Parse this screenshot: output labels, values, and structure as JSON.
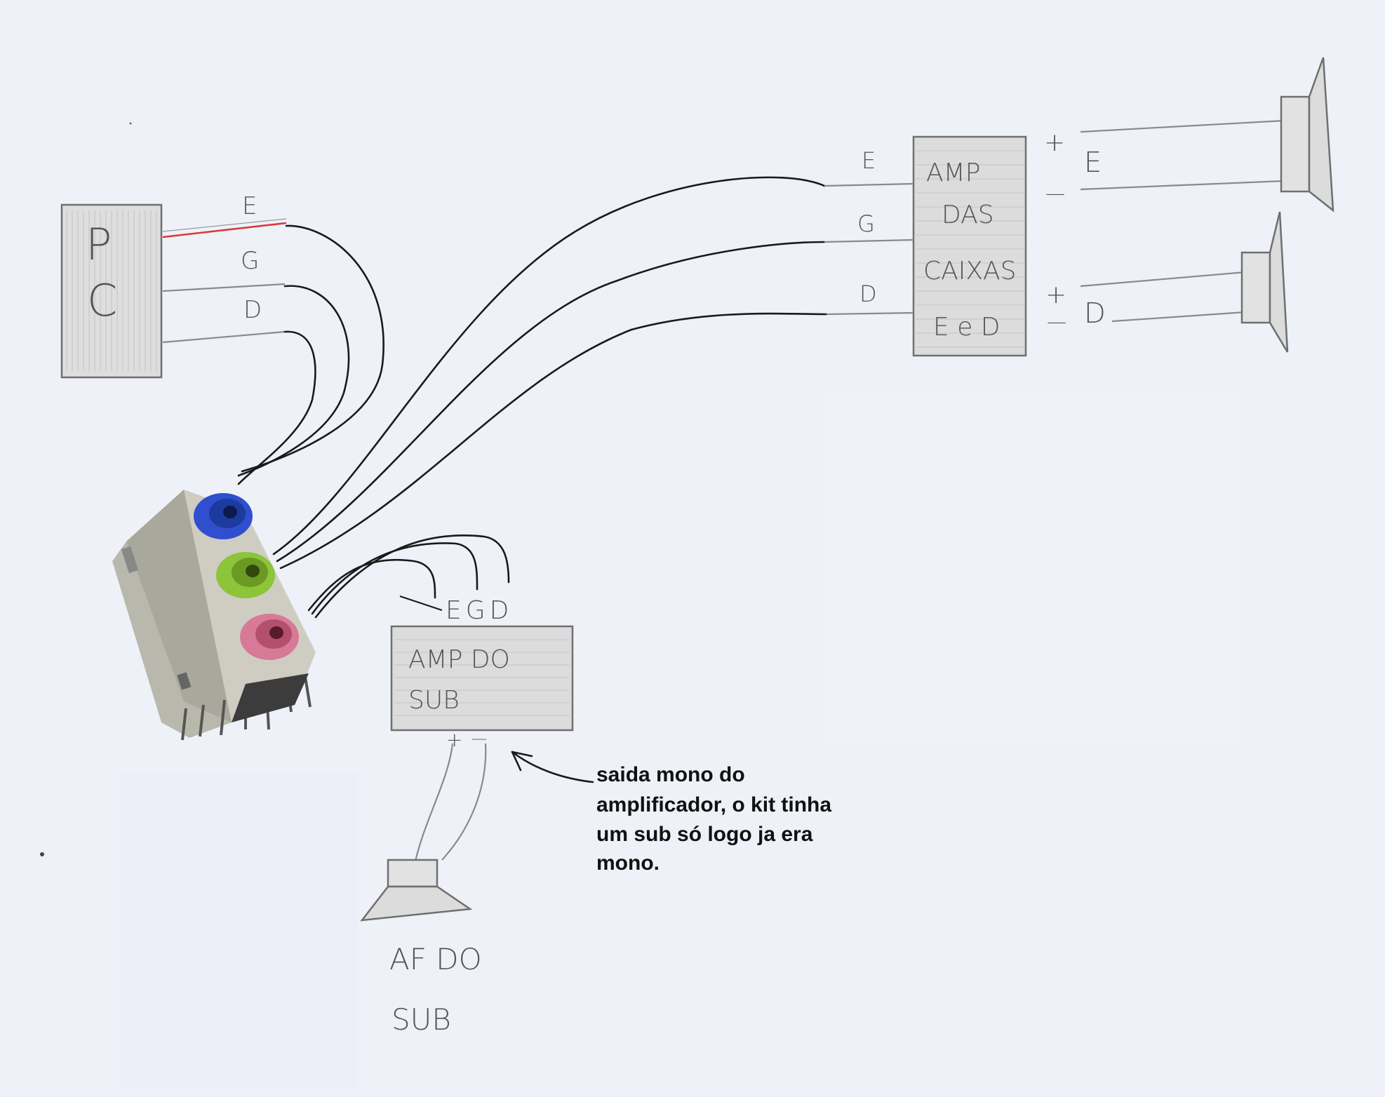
{
  "pc": {
    "label_p": "P",
    "label_c": "C",
    "wire_e": "E",
    "wire_g": "G",
    "wire_d": "D"
  },
  "amp_caixas": {
    "lines": [
      "AMP",
      "DAS",
      "CAIXAS",
      "E e D"
    ],
    "in_e": "E",
    "in_g": "G",
    "in_d": "D"
  },
  "speakers": {
    "left": {
      "plus": "+",
      "minus": "—",
      "label": "E"
    },
    "right": {
      "plus": "+",
      "minus": "—",
      "label": "D"
    }
  },
  "amp_sub": {
    "lines": [
      "AMP DO",
      "SUB"
    ],
    "inputs": "EGD",
    "out_plus": "+",
    "out_minus": "—"
  },
  "note": {
    "lines": [
      "saida mono do",
      "amplificador, o kit tinha",
      "um sub só logo ja era",
      "mono."
    ]
  },
  "subwoofer": {
    "lines": [
      "AF DO",
      "SUB"
    ]
  },
  "colors": {
    "jack_blue": "#2f4fcf",
    "jack_green": "#8cc43a",
    "jack_pink": "#d67a98",
    "red_wire": "#d9383a"
  }
}
